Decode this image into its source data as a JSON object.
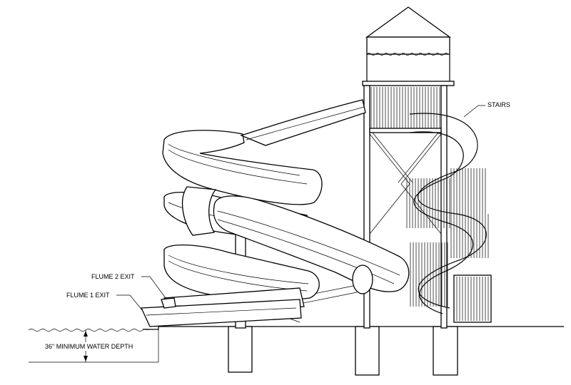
{
  "diagram": {
    "callouts": {
      "stairs": "STAIRS",
      "flume2_exit": "FLUME 2 EXIT",
      "flume1_exit": "FLUME 1 EXIT",
      "water_depth": "36\" MINIMUM WATER DEPTH"
    },
    "colors": {
      "line": "#000000",
      "background": "#ffffff"
    }
  }
}
